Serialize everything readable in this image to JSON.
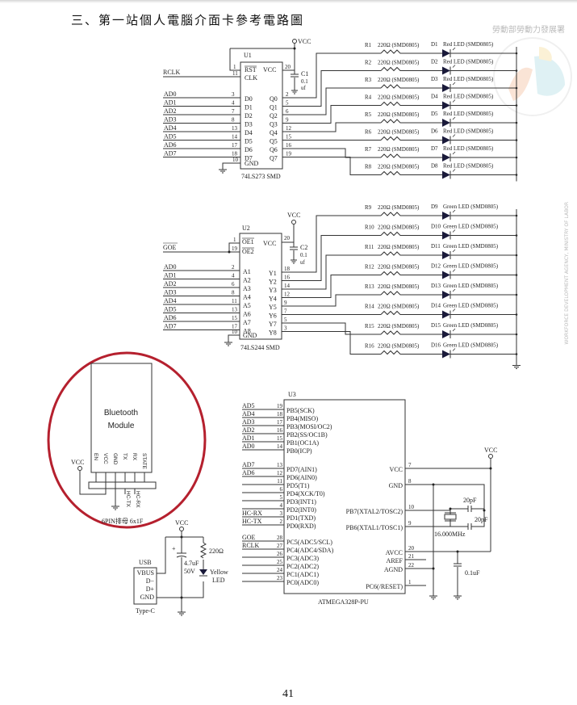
{
  "page": {
    "title": "三、第一站個人電腦介面卡參考電路圖",
    "page_number": "41",
    "watermark": {
      "text_cn": "勞動部勞動力發展署",
      "text_en": "WORKFORCE DEVELOPMENT AGENCY, MINISTRY OF LABOR"
    }
  },
  "u1": {
    "ref": "U1",
    "part": "74LS273 SMD",
    "vcc_label": "VCC",
    "rst_pin": "1",
    "rst": "RST",
    "clk_pin": "11",
    "clk": "CLK",
    "vcc_pin": "20",
    "vcc": "VCC",
    "clk_net": "RCLK",
    "inputs": [
      {
        "net": "AD0",
        "pin": "3",
        "name": "D0"
      },
      {
        "net": "AD1",
        "pin": "4",
        "name": "D1"
      },
      {
        "net": "AD2",
        "pin": "7",
        "name": "D2"
      },
      {
        "net": "AD3",
        "pin": "8",
        "name": "D3"
      },
      {
        "net": "AD4",
        "pin": "13",
        "name": "D4"
      },
      {
        "net": "AD5",
        "pin": "14",
        "name": "D5"
      },
      {
        "net": "AD6",
        "pin": "17",
        "name": "D6"
      },
      {
        "net": "AD7",
        "pin": "18",
        "name": "D7"
      }
    ],
    "gnd_pin": "10",
    "gnd": "GND",
    "outputs": [
      {
        "name": "Q0",
        "pin": "2"
      },
      {
        "name": "Q1",
        "pin": "5"
      },
      {
        "name": "Q2",
        "pin": "6"
      },
      {
        "name": "Q3",
        "pin": "9"
      },
      {
        "name": "Q4",
        "pin": "12"
      },
      {
        "name": "Q5",
        "pin": "15"
      },
      {
        "name": "Q6",
        "pin": "16"
      },
      {
        "name": "Q7",
        "pin": "19"
      }
    ],
    "cap": {
      "ref": "C1",
      "value": "0.1",
      "unit": "uf"
    }
  },
  "red_leds": [
    {
      "r": "R1",
      "rv": "220Ω (SMD0805)",
      "d": "D1",
      "dv": "Red LED (SMD0805)"
    },
    {
      "r": "R2",
      "rv": "220Ω (SMD0805)",
      "d": "D2",
      "dv": "Red LED (SMD0805)"
    },
    {
      "r": "R3",
      "rv": "220Ω (SMD0805)",
      "d": "D3",
      "dv": "Red LED (SMD0805)"
    },
    {
      "r": "R4",
      "rv": "220Ω (SMD0805)",
      "d": "D4",
      "dv": "Red LED (SMD0805)"
    },
    {
      "r": "R5",
      "rv": "220Ω (SMD0805)",
      "d": "D5",
      "dv": "Red LED (SMD0805)"
    },
    {
      "r": "R6",
      "rv": "220Ω (SMD0805)",
      "d": "D6",
      "dv": "Red LED (SMD0805)"
    },
    {
      "r": "R7",
      "rv": "220Ω (SMD0805)",
      "d": "D7",
      "dv": "Red LED (SMD0805)"
    },
    {
      "r": "R8",
      "rv": "220Ω (SMD0805)",
      "d": "D8",
      "dv": "Red LED (SMD0805)"
    }
  ],
  "u2": {
    "ref": "U2",
    "part": "74LS244 SMD",
    "vcc_label": "VCC",
    "oe1_pin": "1",
    "oe1": "OE1",
    "oe2_pin": "19",
    "oe2": "OE2",
    "vcc_pin": "20",
    "vcc": "VCC",
    "oe_net": "GOE",
    "inputs": [
      {
        "net": "AD0",
        "pin": "2",
        "name": "A1"
      },
      {
        "net": "AD1",
        "pin": "4",
        "name": "A2"
      },
      {
        "net": "AD2",
        "pin": "6",
        "name": "A3"
      },
      {
        "net": "AD3",
        "pin": "8",
        "name": "A4"
      },
      {
        "net": "AD4",
        "pin": "11",
        "name": "A5"
      },
      {
        "net": "AD5",
        "pin": "13",
        "name": "A6"
      },
      {
        "net": "AD6",
        "pin": "15",
        "name": "A7"
      },
      {
        "net": "AD7",
        "pin": "17",
        "name": "A8"
      }
    ],
    "gnd_pin": "10",
    "gnd": "GND",
    "outputs": [
      {
        "name": "Y1",
        "pin": "18"
      },
      {
        "name": "Y2",
        "pin": "16"
      },
      {
        "name": "Y3",
        "pin": "14"
      },
      {
        "name": "Y4",
        "pin": "12"
      },
      {
        "name": "Y5",
        "pin": "9"
      },
      {
        "name": "Y6",
        "pin": "7"
      },
      {
        "name": "Y7",
        "pin": "5"
      },
      {
        "name": "Y8",
        "pin": "3"
      }
    ],
    "cap": {
      "ref": "C2",
      "value": "0.1",
      "unit": "uf"
    }
  },
  "green_leds": [
    {
      "r": "R9",
      "rv": "220Ω (SMD0805)",
      "d": "D9",
      "dv": "Green LED (SMD0805)"
    },
    {
      "r": "R10",
      "rv": "220Ω (SMD0805)",
      "d": "D10",
      "dv": "Green LED (SMD0805)"
    },
    {
      "r": "R11",
      "rv": "220Ω (SMD0805)",
      "d": "D11",
      "dv": "Green LED (SMD0805)"
    },
    {
      "r": "R12",
      "rv": "220Ω (SMD0805)",
      "d": "D12",
      "dv": "Green LED (SMD0805)"
    },
    {
      "r": "R13",
      "rv": "220Ω (SMD0805)",
      "d": "D13",
      "dv": "Green LED (SMD0805)"
    },
    {
      "r": "R14",
      "rv": "220Ω (SMD0805)",
      "d": "D14",
      "dv": "Green LED (SMD0805)"
    },
    {
      "r": "R15",
      "rv": "220Ω (SMD0805)",
      "d": "D15",
      "dv": "Green LED (SMD0805)"
    },
    {
      "r": "R16",
      "rv": "220Ω (SMD0805)",
      "d": "D16",
      "dv": "Green LED (SMD0805)"
    }
  ],
  "bluetooth": {
    "title_line1": "Bluetooth",
    "title_line2": "Module",
    "pins": [
      "EN",
      "VCC",
      "GND",
      "TX",
      "RX",
      "STATE"
    ],
    "vcc_label": "VCC",
    "tx_net": "HC-TX",
    "rx_net": "HC-RX",
    "connector": "6PIN排母 6x1F",
    "highlight_color": "#b5202e"
  },
  "usb": {
    "title": "USB",
    "type": "Type-C",
    "pins": [
      "VBUS",
      "D−",
      "D+",
      "GND"
    ],
    "vcc_label": "VCC",
    "cap_value": "4.7uF",
    "cap_voltage": "50V",
    "cap_plus": "+",
    "res_value": "220Ω",
    "led_line1": "Yellow",
    "led_line2": "LED"
  },
  "u3": {
    "ref": "U3",
    "part": "ATMEGA328P-PU",
    "left_pins": [
      {
        "net": "AD5",
        "pin": "19",
        "name": "PB5(SCK)"
      },
      {
        "net": "AD4",
        "pin": "18",
        "name": "PB4(MISO)"
      },
      {
        "net": "AD3",
        "pin": "17",
        "name": "PB3(MOSI/OC2)"
      },
      {
        "net": "AD2",
        "pin": "16",
        "name": "PB2(SS/OC1B)"
      },
      {
        "net": "AD1",
        "pin": "15",
        "name": "PB1(OC1A)"
      },
      {
        "net": "AD0",
        "pin": "14",
        "name": "PB0(ICP)"
      },
      {
        "net": "AD7",
        "pin": "13",
        "name": "PD7(AIN1)"
      },
      {
        "net": "AD6",
        "pin": "12",
        "name": "PD6(AIN0)"
      },
      {
        "net": "",
        "pin": "11",
        "name": "PD5(T1)"
      },
      {
        "net": "",
        "pin": "6",
        "name": "PD4(XCK/T0)"
      },
      {
        "net": "",
        "pin": "5",
        "name": "PD3(INT1)"
      },
      {
        "net": "",
        "pin": "4",
        "name": "PD2(INT0)"
      },
      {
        "net": "HC-RX",
        "pin": "3",
        "name": "PD1(TXD)"
      },
      {
        "net": "HC-TX",
        "pin": "2",
        "name": "PD0(RXD)"
      },
      {
        "net": "GOE",
        "pin": "28",
        "name": "PC5(ADC5/SCL)"
      },
      {
        "net": "RCLK",
        "pin": "27",
        "name": "PC4(ADC4/SDA)"
      },
      {
        "net": "",
        "pin": "26",
        "name": "PC3(ADC3)"
      },
      {
        "net": "",
        "pin": "25",
        "name": "PC2(ADC2)"
      },
      {
        "net": "",
        "pin": "24",
        "name": "PC1(ADC1)"
      },
      {
        "net": "",
        "pin": "23",
        "name": "PC0(ADC0)"
      }
    ],
    "right_pins": [
      {
        "name": "VCC",
        "pin": "7"
      },
      {
        "name": "GND",
        "pin": "8"
      },
      {
        "name": "PB7(XTAL2/TOSC2)",
        "pin": "10"
      },
      {
        "name": "PB6(XTAL1/TOSC1)",
        "pin": "9"
      },
      {
        "name": "AVCC",
        "pin": "20"
      },
      {
        "name": "AREF",
        "pin": "21"
      },
      {
        "name": "AGND",
        "pin": "22"
      },
      {
        "name": "PC6(/RESET)",
        "pin": "1"
      }
    ],
    "vcc_label": "VCC",
    "crystal": "16.000MHz",
    "xcap1": "20pF",
    "xcap2": "20pF",
    "avcc_cap": "0.1uF"
  }
}
